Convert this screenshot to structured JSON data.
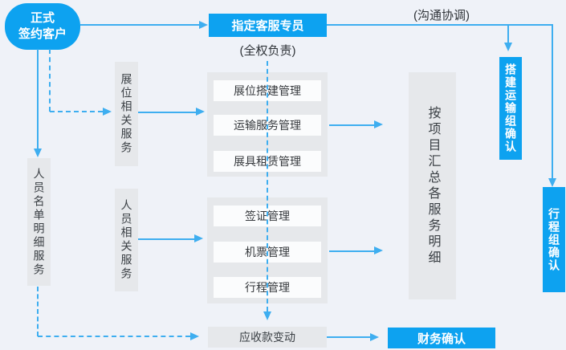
{
  "palette": {
    "background": "#eff2f8",
    "blue": "#0da2f0",
    "arrow": "#3eaef0",
    "gray_box": "#e6e8eb",
    "white_box": "#fbfcfd",
    "dark_text": "#33373c"
  },
  "nodes": {
    "client": {
      "line1": "正式",
      "line2": "签约客户"
    },
    "agent": "指定客服专员",
    "full_responsibility": "(全权负责)",
    "communication": "(沟通协调)",
    "booth_services": "展位相关服务",
    "personnel_list_services": "人员名单明细服务",
    "personnel_services": "人员相关服务",
    "group1": [
      "展位搭建管理",
      "运输服务管理",
      "展具租赁管理"
    ],
    "group2": [
      "签证管理",
      "机票管理",
      "行程管理"
    ],
    "receivables": "应收款变动",
    "summary": "按项目汇总各服务明细",
    "build_transport_confirm": "搭建运输组确认",
    "itinerary_confirm": "行程组确认",
    "finance_confirm": "财务确认"
  }
}
